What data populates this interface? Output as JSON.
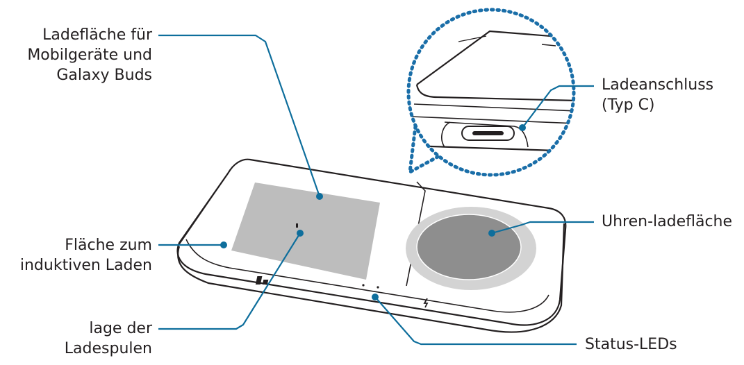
{
  "colors": {
    "leader": "#0e6e9c",
    "outline": "#231f20",
    "pad_fill": "#bdbdbd",
    "ring_fill": "#d3d3d3",
    "watch_pad_fill": "#8e8e8e",
    "callout_dots": "#1a6ea8"
  },
  "labels": {
    "charging_surface": [
      "Ladefläche für",
      "Mobilgeräte und",
      "Galaxy Buds"
    ],
    "charging_port": [
      "Ladeanschluss",
      "(Typ C)"
    ],
    "inductive_area": [
      "Fläche zum",
      "induktiven Laden"
    ],
    "watch_pad": [
      "Uhren-ladefläche"
    ],
    "coil_position": [
      "lage der",
      "Ladespulen"
    ],
    "status_leds": [
      "Status-LEDs"
    ]
  }
}
